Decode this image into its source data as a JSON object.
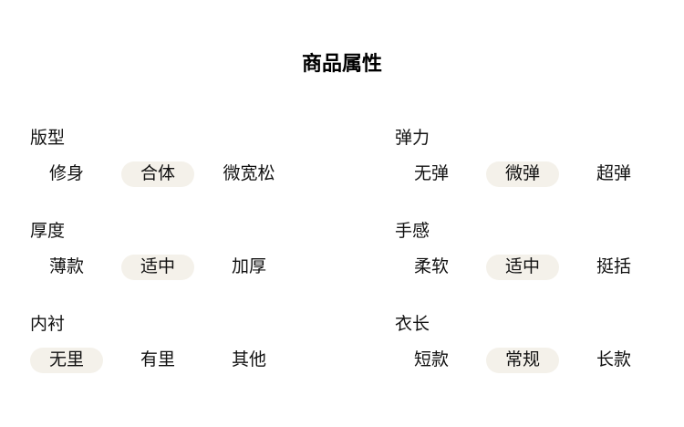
{
  "title": "商品属性",
  "colors": {
    "selected_pill_bg": "#f4f1ea",
    "text": "#111111",
    "page_bg": "#ffffff"
  },
  "groups": [
    {
      "label": "版型",
      "options": [
        {
          "label": "修身",
          "selected": false
        },
        {
          "label": "合体",
          "selected": true
        },
        {
          "label": "微宽松",
          "selected": false
        }
      ]
    },
    {
      "label": "弹力",
      "options": [
        {
          "label": "无弹",
          "selected": false
        },
        {
          "label": "微弹",
          "selected": true
        },
        {
          "label": "超弹",
          "selected": false
        }
      ]
    },
    {
      "label": "厚度",
      "options": [
        {
          "label": "薄款",
          "selected": false
        },
        {
          "label": "适中",
          "selected": true
        },
        {
          "label": "加厚",
          "selected": false
        }
      ]
    },
    {
      "label": "手感",
      "options": [
        {
          "label": "柔软",
          "selected": false
        },
        {
          "label": "适中",
          "selected": true
        },
        {
          "label": "挺括",
          "selected": false
        }
      ]
    },
    {
      "label": "内衬",
      "options": [
        {
          "label": "无里",
          "selected": true
        },
        {
          "label": "有里",
          "selected": false
        },
        {
          "label": "其他",
          "selected": false
        }
      ]
    },
    {
      "label": "衣长",
      "options": [
        {
          "label": "短款",
          "selected": false
        },
        {
          "label": "常规",
          "selected": true
        },
        {
          "label": "长款",
          "selected": false
        }
      ]
    }
  ]
}
